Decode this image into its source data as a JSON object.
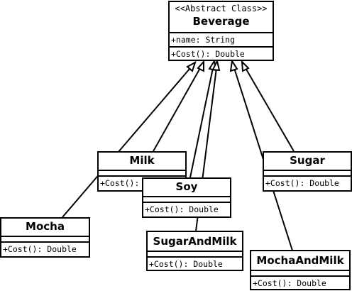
{
  "classes": {
    "beverage": {
      "stereotype": "<<Abstract Class>>",
      "name": "Beverage",
      "attribute": "+name: String",
      "operation": "+Cost(): Double"
    },
    "milk": {
      "name": "Milk",
      "operation": "+Cost(): Double"
    },
    "soy": {
      "name": "Soy",
      "operation": "+Cost(): Double"
    },
    "sugar": {
      "name": "Sugar",
      "operation": "+Cost(): Double"
    },
    "mocha": {
      "name": "Mocha",
      "operation": "+Cost(): Double"
    },
    "sugar_and_milk": {
      "name": "SugarAndMilk",
      "operation": "+Cost(): Double"
    },
    "mocha_and_milk": {
      "name": "MochaAndMilk",
      "operation": "+Cost(): Double"
    }
  },
  "relations": [
    {
      "type": "generalization",
      "from": "Mocha",
      "to": "Beverage"
    },
    {
      "type": "generalization",
      "from": "Milk",
      "to": "Beverage"
    },
    {
      "type": "generalization",
      "from": "Soy",
      "to": "Beverage"
    },
    {
      "type": "generalization",
      "from": "SugarAndMilk",
      "to": "Beverage"
    },
    {
      "type": "generalization",
      "from": "MochaAndMilk",
      "to": "Beverage"
    },
    {
      "type": "generalization",
      "from": "Sugar",
      "to": "Beverage"
    }
  ]
}
